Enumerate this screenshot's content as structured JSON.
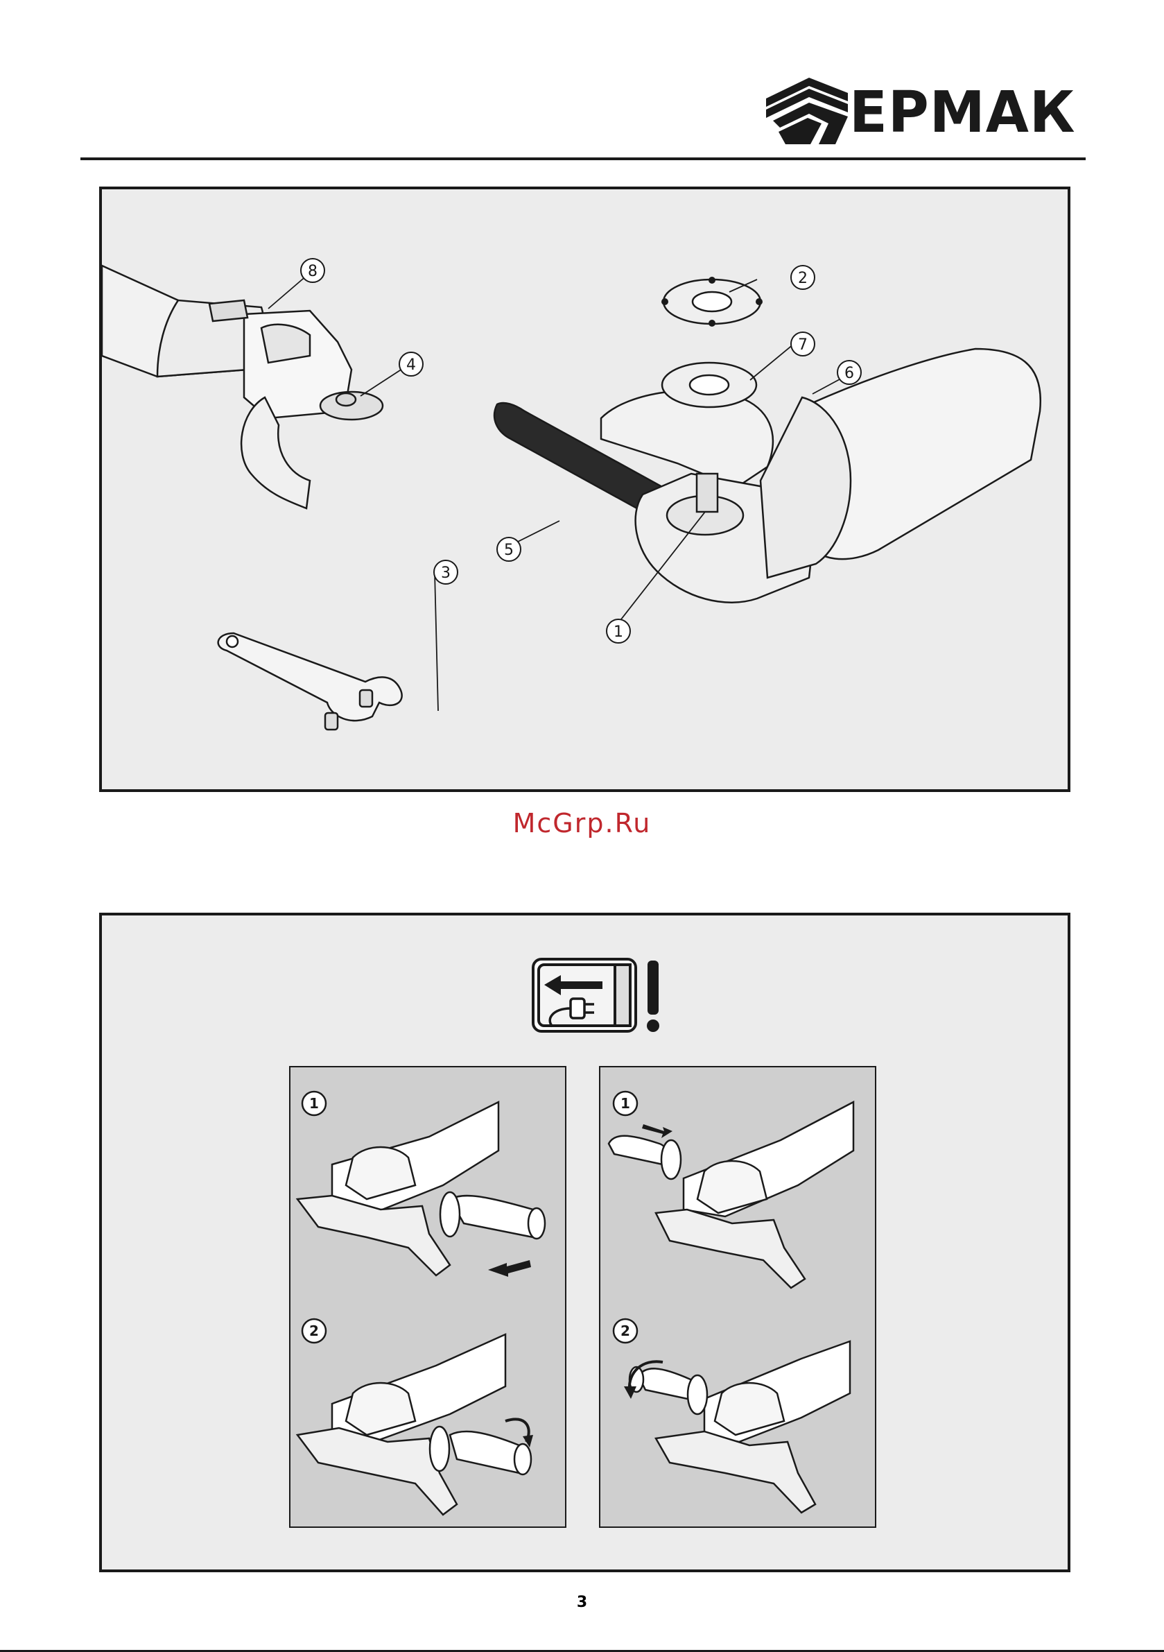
{
  "header": {
    "brand_name": "ЕРМАК",
    "colors": {
      "rule": "#1a1a1a",
      "panel_bg": "#ececec",
      "subpanel_bg": "#cfcfcf"
    }
  },
  "figure_1": {
    "callouts": [
      "1",
      "2",
      "3",
      "4",
      "5",
      "6",
      "7",
      "8"
    ]
  },
  "watermark": {
    "text": "McGrp.Ru",
    "color": "#c0272d"
  },
  "figure_2": {
    "warning_icon": "unplug-before-service-icon",
    "left_panel_steps": [
      "1",
      "2"
    ],
    "right_panel_steps": [
      "1",
      "2"
    ]
  },
  "footer": {
    "page_number": "3"
  }
}
